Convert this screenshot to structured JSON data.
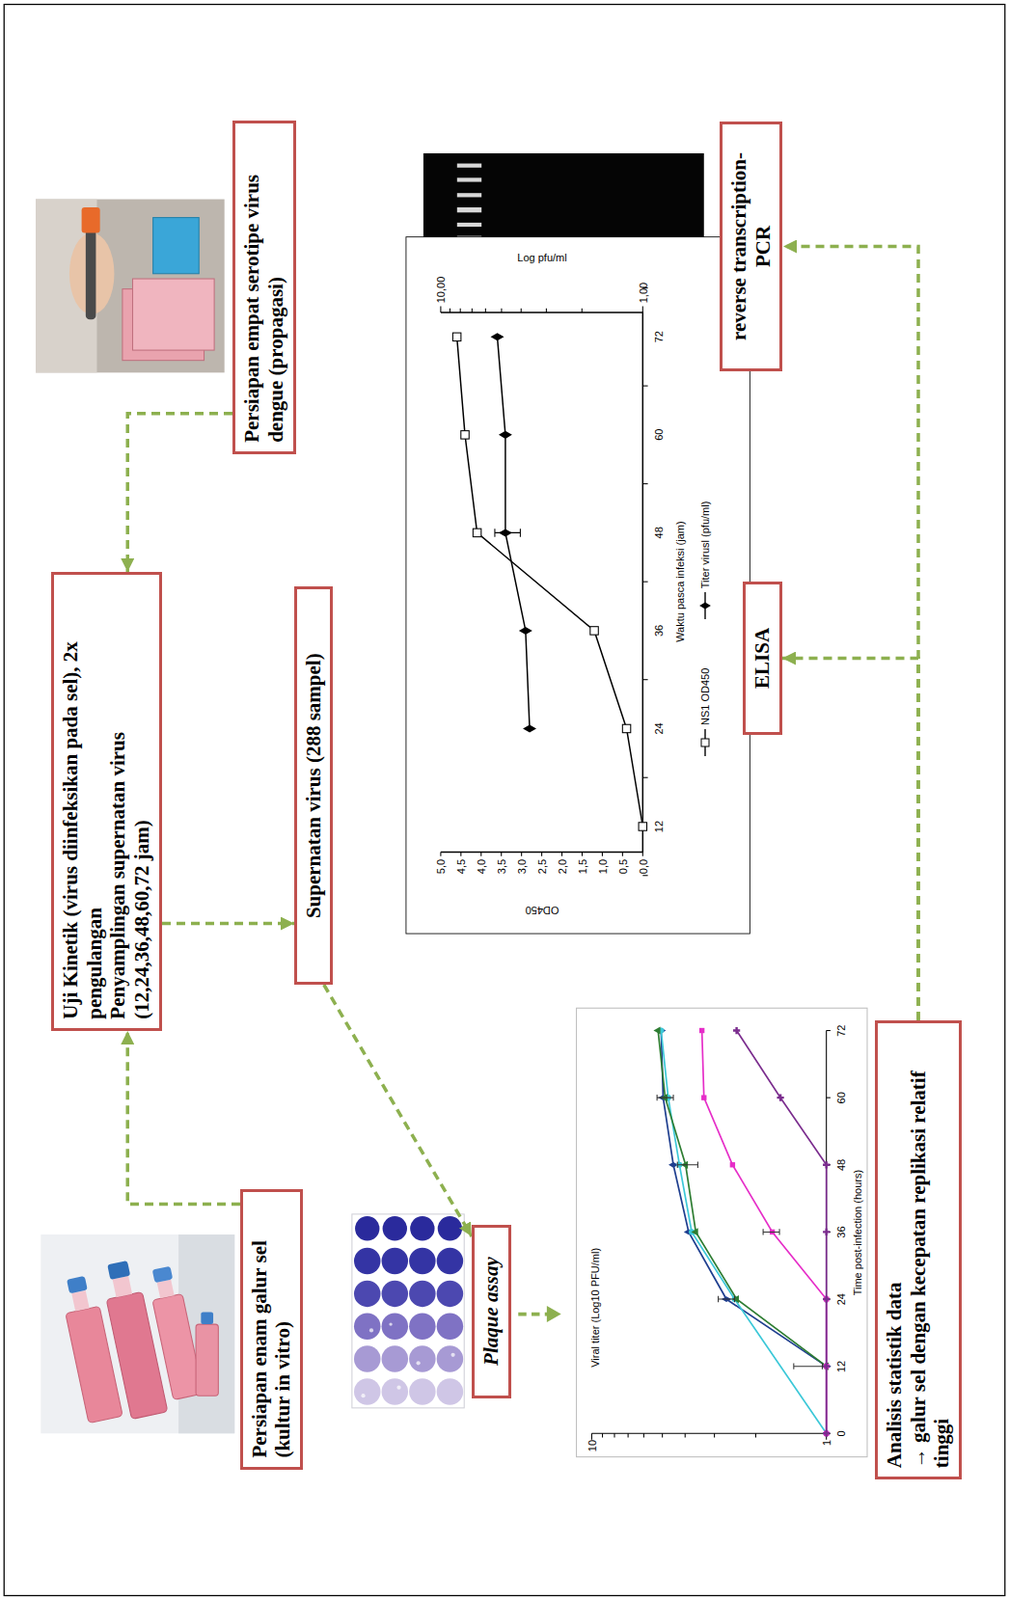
{
  "diagram": {
    "nodes": [
      {
        "text": [
          "Persiapan enam galur sel (kultur in vitro)"
        ]
      },
      {
        "text": [
          "Uji Kinetik (virus diinfeksikan pada sel), 2x pengulangan",
          "Penyamplingan supernatan virus (12,24,36,48,60,72 jam)"
        ]
      },
      {
        "text": [
          "Persiapan empat serotipe virus dengue (propagasi)"
        ]
      },
      {
        "text": [
          "Supernatan virus (288 sampel)"
        ]
      },
      {
        "text": [
          "Plaque assay"
        ]
      },
      {
        "text": [
          "Analisis statistik data",
          "→ galur sel dengan kecepatan replikasi relatif tinggi"
        ]
      },
      {
        "text": [
          "ELISA"
        ]
      },
      {
        "text": [
          "reverse transcription- PCR"
        ]
      }
    ],
    "edges": [
      {
        "from": 0,
        "to": 1,
        "arrow": "to"
      },
      {
        "from": 2,
        "to": 1,
        "arrow": "to"
      },
      {
        "from": 1,
        "to": 3,
        "arrow": "to"
      },
      {
        "from": 3,
        "to": 4,
        "arrow": "to"
      },
      {
        "from": 5,
        "to": 6,
        "arrow": "to"
      },
      {
        "from": 5,
        "to": 7,
        "arrow": "to"
      }
    ],
    "labels": [
      "10",
      "1",
      "Viral titer (Log10 PFU/ml)",
      "0",
      "12",
      "24",
      "36",
      "48",
      "60",
      "72",
      "Time post-infection (hours)",
      "5,0",
      "4,5",
      "4,0",
      "3,5",
      "3,0",
      "2,5",
      "2,0",
      "1,5",
      "1,0",
      "0,5",
      "0,0",
      "OD450",
      "12",
      "24",
      "36",
      "48",
      "60",
      "72",
      "Waktu pasca infeksi (jam)",
      "10,00",
      "1,00",
      "Log pfu/ml"
    ],
    "legend": [
      {
        "text": "NS1 OD450"
      },
      {
        "text": "Titer virusl (pfu/ml)"
      }
    ]
  }
}
